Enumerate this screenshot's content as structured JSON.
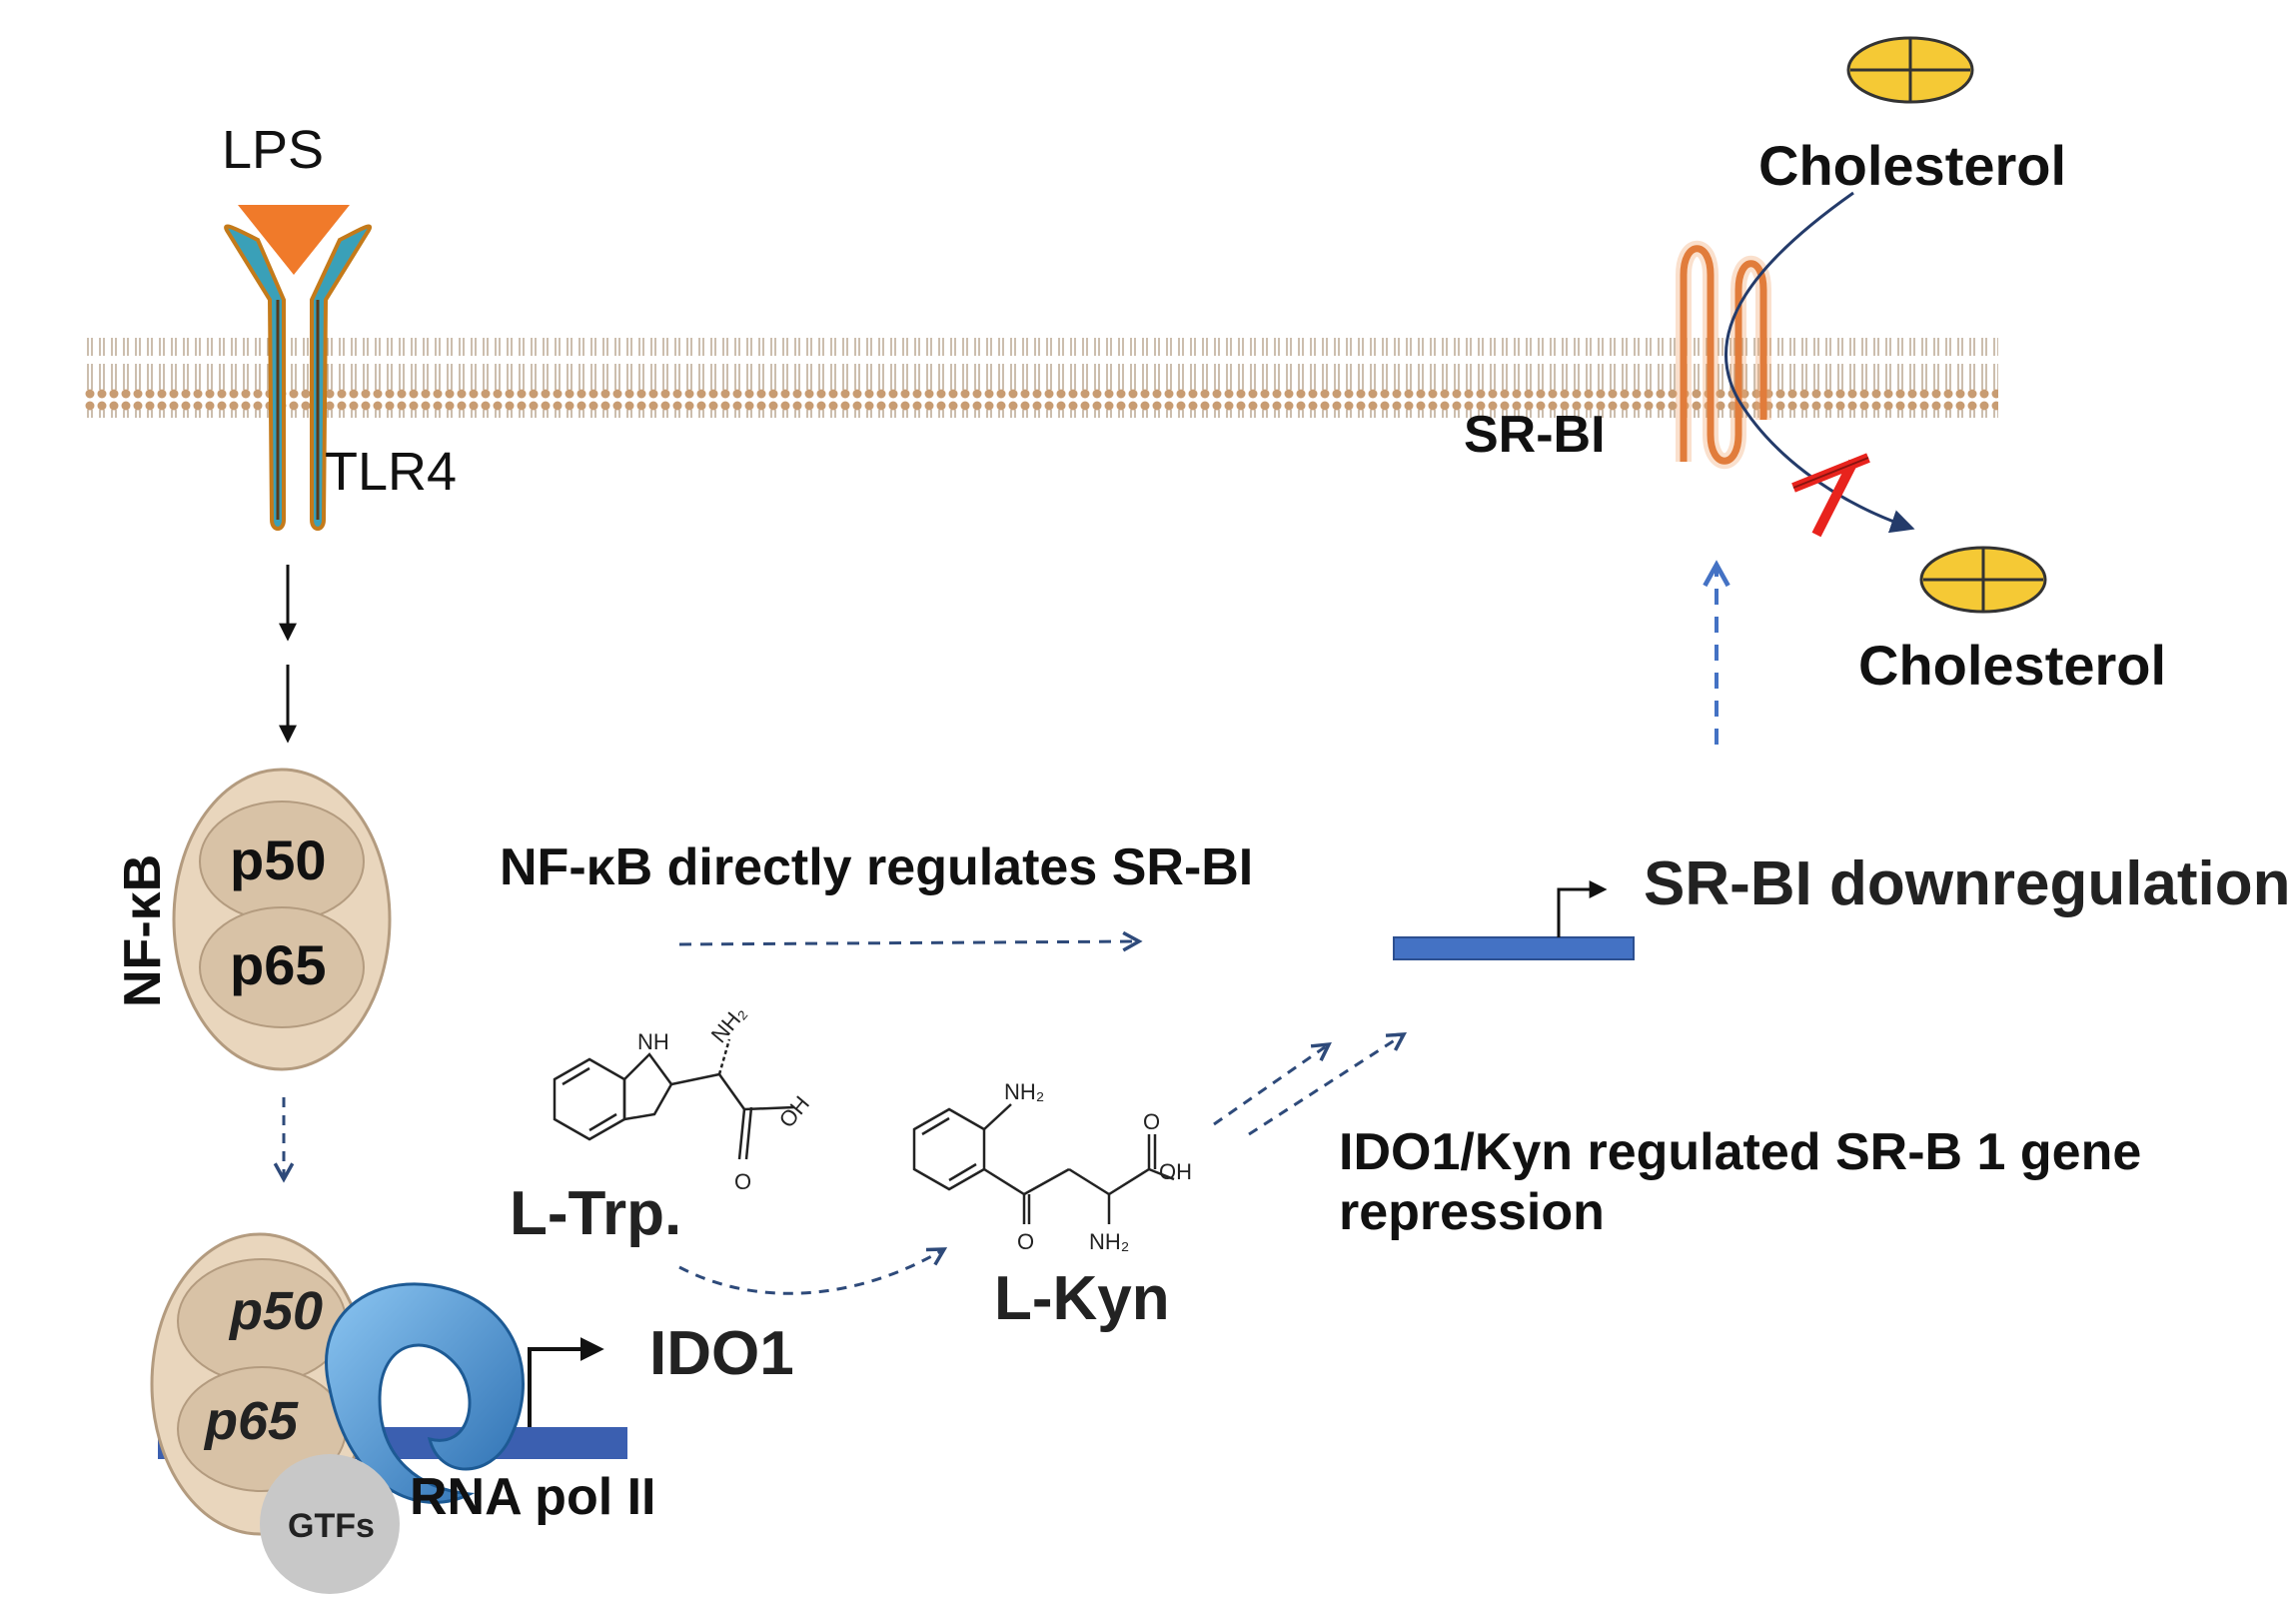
{
  "labels": {
    "lps": "LPS",
    "tlr4": "TLR4",
    "nfkb": "NF-κB",
    "p50_top": "p50",
    "p65_top": "p65",
    "p50_bottom": "p50",
    "p65_bottom": "p65",
    "gtfs": "GTFs",
    "rna_pol": "RNA pol II",
    "ido1": "IDO1",
    "l_trp": "L-Trp.",
    "l_kyn": "L-Kyn",
    "nfkb_regulates": "NF-κB directly regulates SR-BI",
    "srbi_down": "SR-BI downregulation",
    "ido1_kyn_line1": "IDO1/Kyn regulated SR-B 1 gene",
    "ido1_kyn_line2": "repression",
    "srbi": "SR-BI",
    "cholesterol_top": "Cholesterol",
    "cholesterol_bottom": "Cholesterol"
  },
  "atoms": {
    "nh": "NH",
    "nh2_trp": "NH₂",
    "oh_trp": "OH",
    "o_trp": "O",
    "nh2_kyn_top": "NH₂",
    "o_kyn": "O",
    "o_kyn_acid": "O",
    "oh_kyn": "OH",
    "nh2_kyn_bottom": "NH₂"
  },
  "colors": {
    "membrane": "#c8a887",
    "receptor": "#1e9bb0",
    "lps_triangle": "#f07a2a",
    "nfkb_fill": "#e9d6bd",
    "cholesterol_fill": "#f5c935",
    "gene_bar": "#4472c4",
    "rna_pol": "#4f9fdc",
    "srbi_coil": "#d9661f",
    "block_x": "#e8231d",
    "dashed_arrow": "#2e4a7a",
    "blue_dashed": "#4472c4"
  }
}
